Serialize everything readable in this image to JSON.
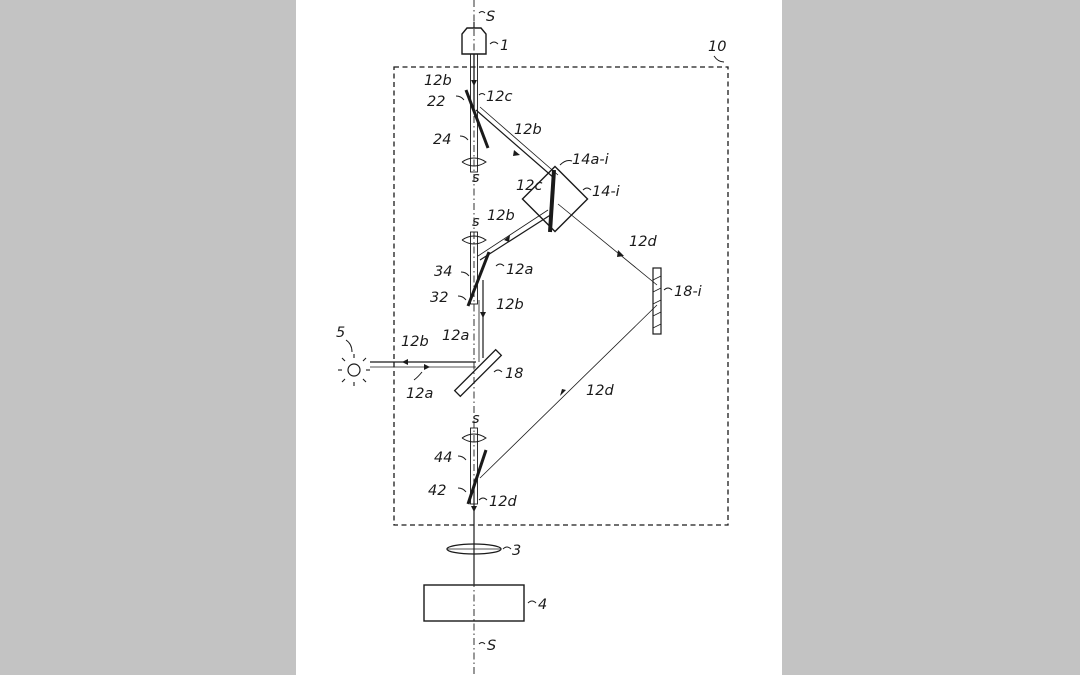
{
  "labels": {
    "s_top": "S",
    "objective": "1",
    "box": "10",
    "beam_12b_top": "12b",
    "mirror_22": "22",
    "beam_12c_top": "12c",
    "mirror_24": "24",
    "beam_12b_diag": "12b",
    "axis_s_1": "s",
    "filter_14a": "14a-i",
    "beam_12c_mid": "12c",
    "filter_14": "14-i",
    "axis_s_2": "s",
    "beam_12b_mid": "12b",
    "beam_12d_upper": "12d",
    "mirror_34": "34",
    "beam_12a_upper": "12a",
    "mirror_18i": "18-i",
    "mirror_32": "32",
    "beam_12b_lower": "12b",
    "source_5": "5",
    "beam_12b_left": "12b",
    "beam_12a_left_v": "12a",
    "splitter_18": "18",
    "beam_12a_bottom": "12a",
    "beam_12d_lower": "12d",
    "axis_s_3": "s",
    "mirror_44": "44",
    "mirror_42": "42",
    "beam_12d_bottom": "12d",
    "lens_3": "3",
    "detector_4": "4",
    "s_bottom": "S"
  }
}
